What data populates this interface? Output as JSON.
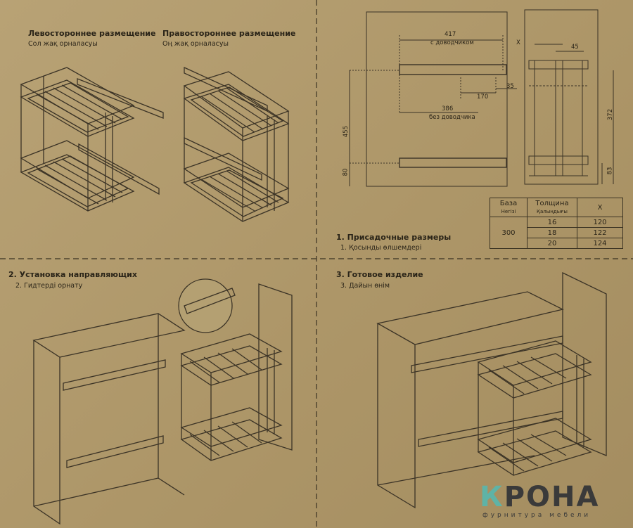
{
  "placement": {
    "left_ru": "Левостороннее размещение",
    "left_kz": "Сол жақ орналасуы",
    "right_ru": "Правостороннее размещение",
    "right_kz": "Оң жақ орналасуы"
  },
  "section1": {
    "title_ru": "1. Присадочные размеры",
    "title_kz": "1. Қосынды өлшемдері"
  },
  "section2": {
    "title_ru": "2. Установка направляющих",
    "title_kz": "2. Гидтерді орнату"
  },
  "section3": {
    "title_ru": "3. Готовое изделие",
    "title_kz": "3. Дайын өнім"
  },
  "dimensions": {
    "d417": "417",
    "with_closer": "с доводчиком",
    "d170": "170",
    "d35": "35",
    "d386": "386",
    "without_closer": "без доводчика",
    "d455": "455",
    "d80": "80",
    "x": "X",
    "d45": "45",
    "d372": "372",
    "d83": "83"
  },
  "table": {
    "headers": [
      "База",
      "Толщина",
      "X"
    ],
    "subheaders": [
      "Негізі",
      "Қалыңдығы",
      ""
    ],
    "base": "300",
    "rows": [
      [
        "16",
        "120"
      ],
      [
        "18",
        "122"
      ],
      [
        "20",
        "124"
      ]
    ]
  },
  "brand": {
    "name_first": "К",
    "name_rest": "РОНА",
    "tagline": "фурнитура мебели"
  }
}
